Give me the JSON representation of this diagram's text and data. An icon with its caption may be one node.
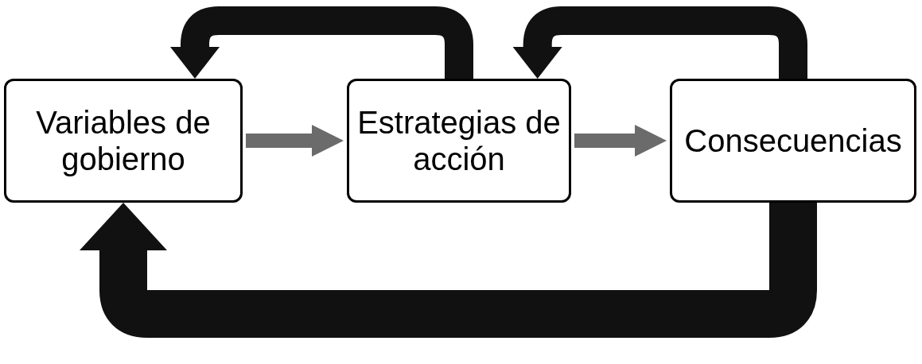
{
  "diagram": {
    "nodes": [
      {
        "text": [
          "Variables de gobierno"
        ]
      },
      {
        "text": [
          "Estrategias de acción"
        ]
      },
      {
        "text": [
          "Consecuencias"
        ]
      }
    ],
    "edges": [
      {
        "from": 0,
        "to": 1,
        "arrow": "to",
        "color": "#6b6b6b"
      },
      {
        "from": 1,
        "to": 2,
        "arrow": "to",
        "color": "#6b6b6b"
      },
      {
        "from": 1,
        "to": 0,
        "arrow": "to"
      },
      {
        "from": 2,
        "to": 1,
        "arrow": "to"
      },
      {
        "from": 2,
        "to": 0,
        "arrow": "to"
      }
    ]
  }
}
